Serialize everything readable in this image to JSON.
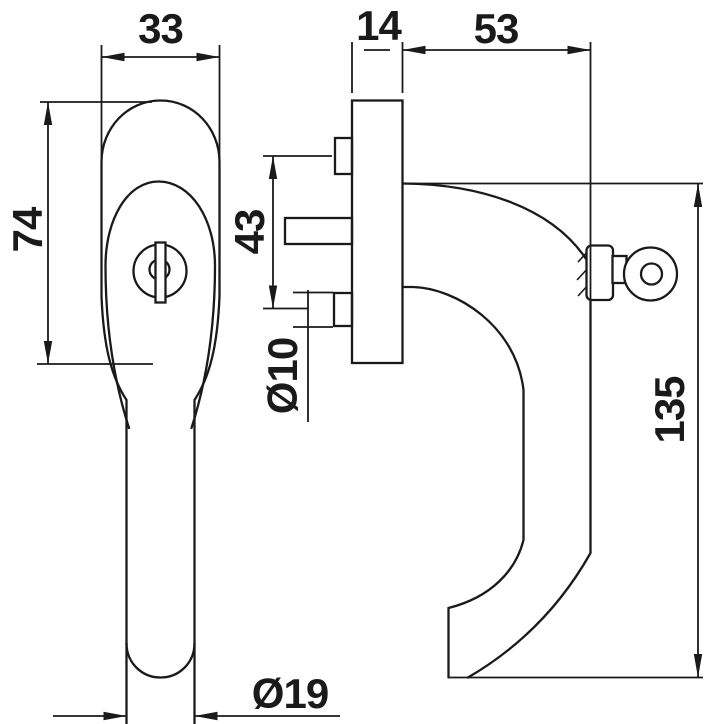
{
  "drawing": {
    "type": "technical-drawing",
    "subject": "window-handle-front-and-side-views",
    "line_color": "#1a1a1a",
    "background_color": "#ffffff",
    "dimensions": {
      "head_width": "33",
      "head_height": "74",
      "plate_thickness": "14",
      "projection": "53",
      "screw_spacing": "43",
      "boss_diameter": "Ø10",
      "overall_length": "135",
      "grip_diameter": "Ø19"
    }
  }
}
